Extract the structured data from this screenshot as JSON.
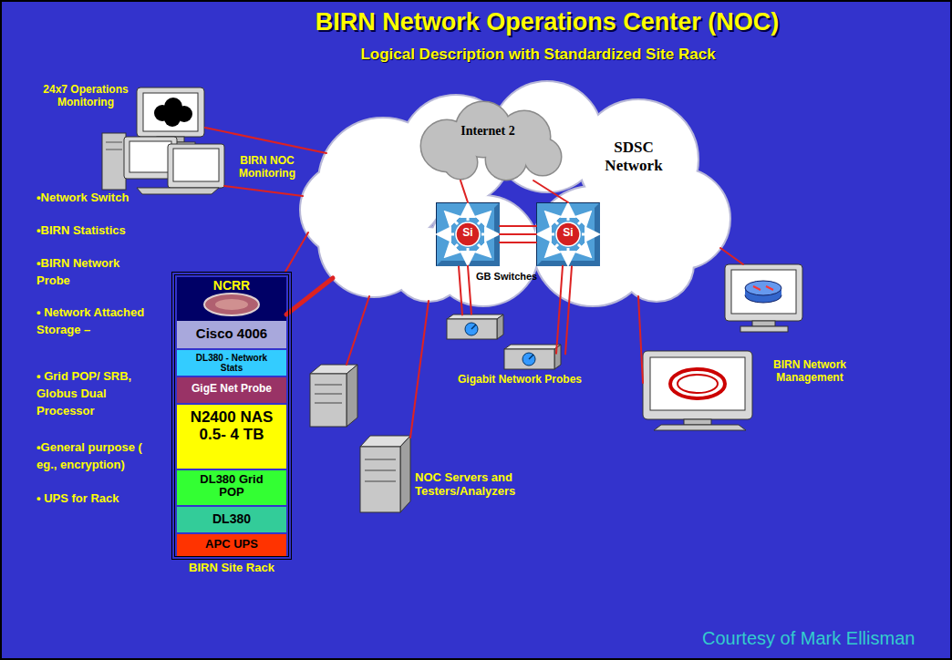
{
  "diagram": {
    "title": "BIRN Network Operations Center (NOC)",
    "caption": "Courtesy of Mark Ellisman",
    "nodes": [
      {
        "text": [
          "24x7 Operations Monitoring"
        ]
      },
      {
        "text": [
          "BIRN NOC Monitoring"
        ]
      },
      {
        "text": [
          "SDSC Network"
        ]
      },
      {
        "text": [
          "Internet 2"
        ],
        "in": 2
      },
      {
        "text": [
          "Si"
        ],
        "in": 2
      },
      {
        "text": [
          "Si"
        ],
        "in": 2
      },
      {
        "text": [
          "BIRN Site Rack"
        ]
      },
      {
        "text": [
          "NCRR",
          "Cisco 4006"
        ],
        "in": 6
      },
      {
        "text": [
          "DL380 - Network Stats"
        ],
        "in": 6
      },
      {
        "text": [
          "GigE Net Probe"
        ],
        "in": 6
      },
      {
        "text": [
          "N2400 NAS 0.5- 4 TB"
        ],
        "in": 6
      },
      {
        "text": [
          "DL380 Grid POP"
        ],
        "in": 6
      },
      {
        "text": [
          "DL380"
        ],
        "in": 6
      },
      {
        "text": [
          "APC UPS"
        ],
        "in": 6
      },
      {
        "text": [
          "NOC Servers and Testers/Analyzers"
        ]
      },
      {
        "text": [
          "Gigabit Network Probes"
        ]
      },
      {
        "text": [
          "BIRN Network Management"
        ]
      }
    ],
    "edges": [
      {
        "from": 0,
        "to": 2,
        "arrow": "none"
      },
      {
        "from": 1,
        "to": 2,
        "arrow": "none"
      },
      {
        "from": 3,
        "to": 4,
        "arrow": "none"
      },
      {
        "from": 3,
        "to": 5,
        "arrow": "none"
      },
      {
        "from": 4,
        "to": 5,
        "arrow": "none"
      },
      {
        "from": 7,
        "to": 2,
        "arrow": "none"
      },
      {
        "from": 6,
        "to": 2,
        "arrow": "none"
      },
      {
        "from": 14,
        "to": 2,
        "arrow": "none"
      },
      {
        "from": 14,
        "to": 2,
        "arrow": "none"
      },
      {
        "from": 4,
        "to": 15,
        "arrow": "none"
      },
      {
        "from": 5,
        "to": 15,
        "arrow": "none"
      },
      {
        "from": 2,
        "to": 16,
        "arrow": "none"
      },
      {
        "from": 2,
        "to": 16,
        "arrow": "none"
      }
    ],
    "labels": [
      "Logical Description with Standardized Site Rack",
      "GB Switches",
      "•Network Switch",
      "•BIRN Statistics",
      "•BIRN Network Probe",
      "• Network Attached Storage –",
      "• Grid POP/ SRB, Globus Dual Processor",
      "•General purpose ( eg., encryption)",
      "• UPS for Rack"
    ]
  }
}
